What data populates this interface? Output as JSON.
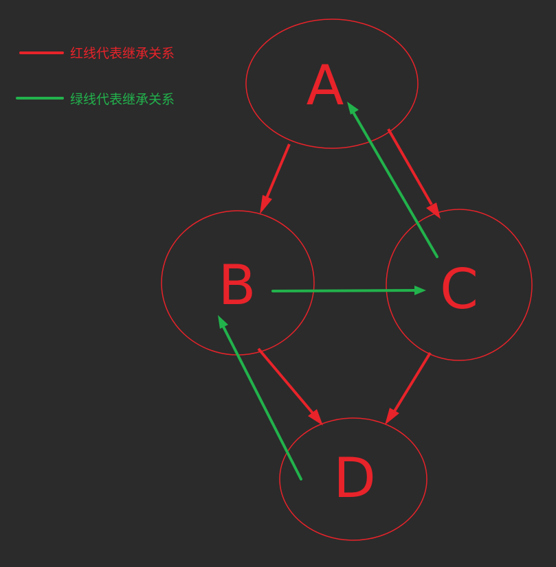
{
  "colors": {
    "background": "#2b2b2b",
    "red": "#e8232a",
    "green": "#22b24c"
  },
  "legend": {
    "red_text": "红线代表继承关系",
    "green_text": "绿线代表继承关系"
  },
  "nodes": {
    "a": "A",
    "b": "B",
    "c": "C",
    "d": "D"
  }
}
